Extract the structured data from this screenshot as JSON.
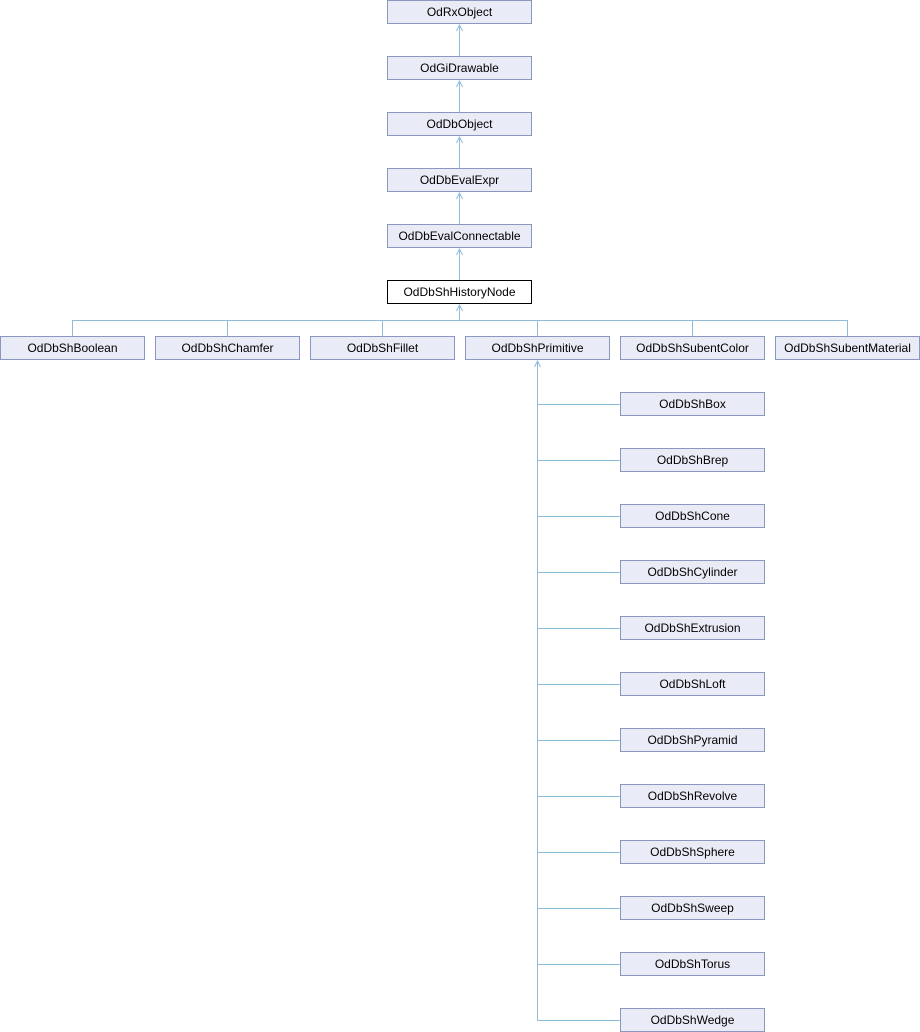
{
  "diagram": {
    "edge_color": "#8fbcd9",
    "chain": [
      "OdRxObject",
      "OdGiDrawable",
      "OdDbObject",
      "OdDbEvalExpr",
      "OdDbEvalConnectable"
    ],
    "current": "OdDbShHistoryNode",
    "children": [
      "OdDbShBoolean",
      "OdDbShChamfer",
      "OdDbShFillet",
      "OdDbShPrimitive",
      "OdDbShSubentColor",
      "OdDbShSubentMaterial"
    ],
    "primitive_children": [
      "OdDbShBox",
      "OdDbShBrep",
      "OdDbShCone",
      "OdDbShCylinder",
      "OdDbShExtrusion",
      "OdDbShLoft",
      "OdDbShPyramid",
      "OdDbShRevolve",
      "OdDbShSphere",
      "OdDbShSweep",
      "OdDbShTorus",
      "OdDbShWedge"
    ]
  }
}
